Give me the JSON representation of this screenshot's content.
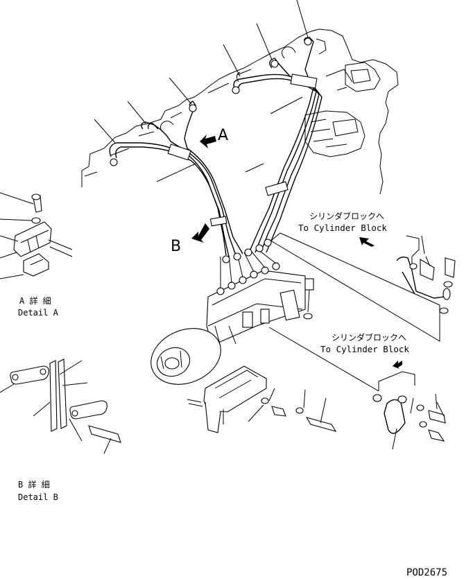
{
  "labels": {
    "callout_a": "A",
    "callout_b": "B",
    "to_block_upper_jp": "シリンダブロックへ",
    "to_block_upper_en": "To Cylinder Block",
    "to_block_lower_jp": "シリンダブロックへ",
    "to_block_lower_en": "To Cylinder Block",
    "detail_a_jp": "A 詳 細",
    "detail_a_en": "Detail A",
    "detail_b_jp": "B 詳 細",
    "detail_b_en": "Detail B",
    "drawing_code": "POD2675"
  }
}
